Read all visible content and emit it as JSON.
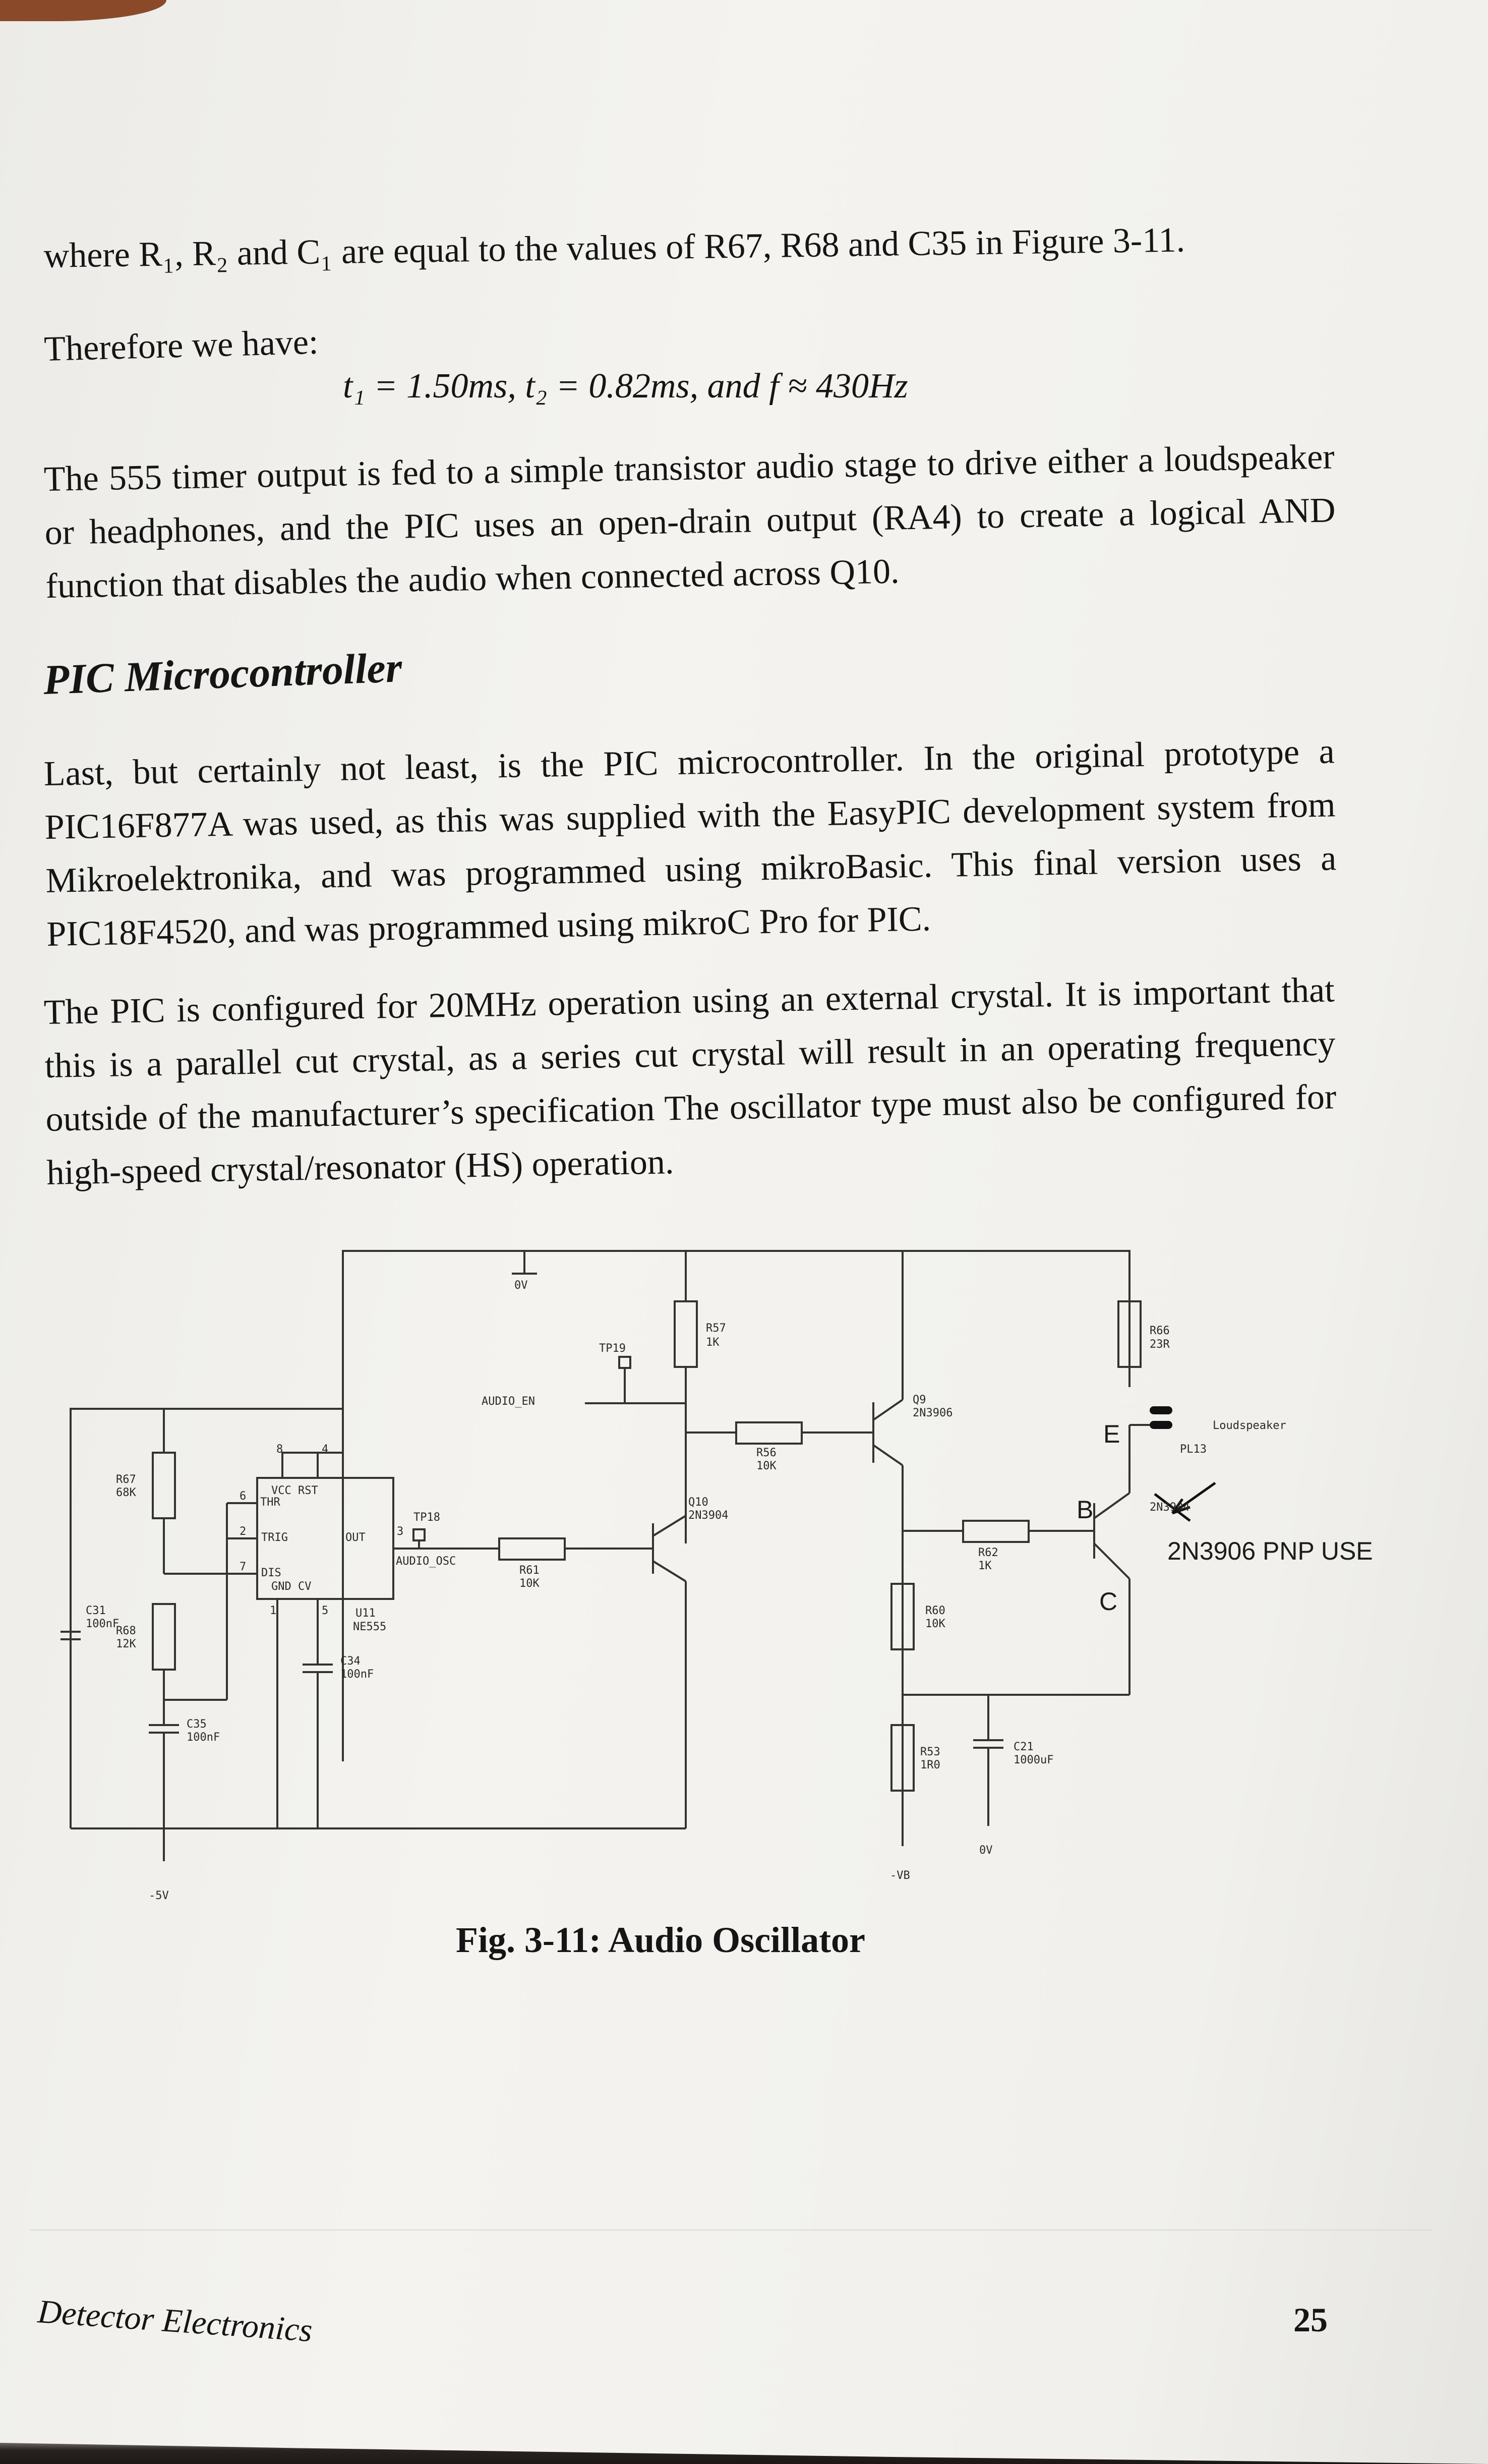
{
  "intro_line": "where R₁, R₂ and C₁ are equal to the values of R67, R68 and C35 in Figure 3-11.",
  "therefore": "Therefore we have:",
  "equation": "t₁ = 1.50ms, t₂ = 0.82ms, and f ≈ 430Hz",
  "para_555": "The 555 timer output is fed to a simple transistor audio stage to drive either a loudspeaker or headphones, and the PIC uses an open-drain output (RA4) to create a logical AND function that disables the audio when connected across Q10.",
  "heading": "PIC Microcontroller",
  "para_pic1": "Last, but certainly not least, is the PIC microcontroller. In the original prototype a PIC16F877A was used, as this was supplied with the EasyPIC development system from Mikroelektronika, and was programmed using mikroBasic. This final version uses a PIC18F4520, and was programmed using mikroC Pro for PIC.",
  "para_pic2": "The PIC is configured for 20MHz operation using an external crystal. It is important that this is a parallel cut crystal, as a series cut crystal will result in an operating frequency outside of the manufacturer’s specification The oscillator type must also be configured for high-speed crystal/resonator (HS) operation.",
  "schematic": {
    "gnd_top": "0V",
    "tp19": "TP19",
    "r57": "R57",
    "r57_val": "1K",
    "audio_en": "AUDIO_EN",
    "q9": "Q9",
    "q9_part": "2N3906",
    "r66": "R66",
    "r66_val": "23R",
    "pl13": "PL13",
    "loudspeaker": "Loudspeaker",
    "r56": "R56",
    "r56_val": "10K",
    "u11_pins": [
      "8",
      "4",
      "6",
      "2",
      "7",
      "3",
      "1",
      "5"
    ],
    "u11_vcc_rst": "VCC RST",
    "u11_thr": "THR",
    "u11_trig": "TRIG",
    "u11_out": "OUT",
    "u11_dis": "DIS",
    "u11_gnd_cv": "GND CV",
    "u11": "U11",
    "u11_part": "NE555",
    "tp18": "TP18",
    "audio_osc": "AUDIO_OSC",
    "r61": "R61",
    "r61_val": "10K",
    "q10": "Q10",
    "q10_part": "2N3904",
    "r67": "R67",
    "r67_val": "68K",
    "r68": "R68",
    "r68_val": "12K",
    "c31": "C31",
    "c31_val": "100nF",
    "c34": "C34",
    "c34_val": "100nF",
    "c35": "C35",
    "c35_val": "100nF",
    "r62": "R62",
    "r62_val": "1K",
    "r60": "R60",
    "r60_val": "10K",
    "r53": "R53",
    "r53_val": "1R0",
    "c21": "C21",
    "c21_val": "1000uF",
    "neg_vb": "-VB",
    "gnd_bottom": "0V",
    "neg5v": "-5V",
    "hand_e": "E",
    "hand_b": "B",
    "hand_c": "C",
    "hand_note": "2N3906 PNP USE",
    "crossed_part": "2N3904"
  },
  "caption": "Fig. 3-11: Audio Oscillator",
  "footer_title": "Detector Electronics",
  "page_number": "25"
}
